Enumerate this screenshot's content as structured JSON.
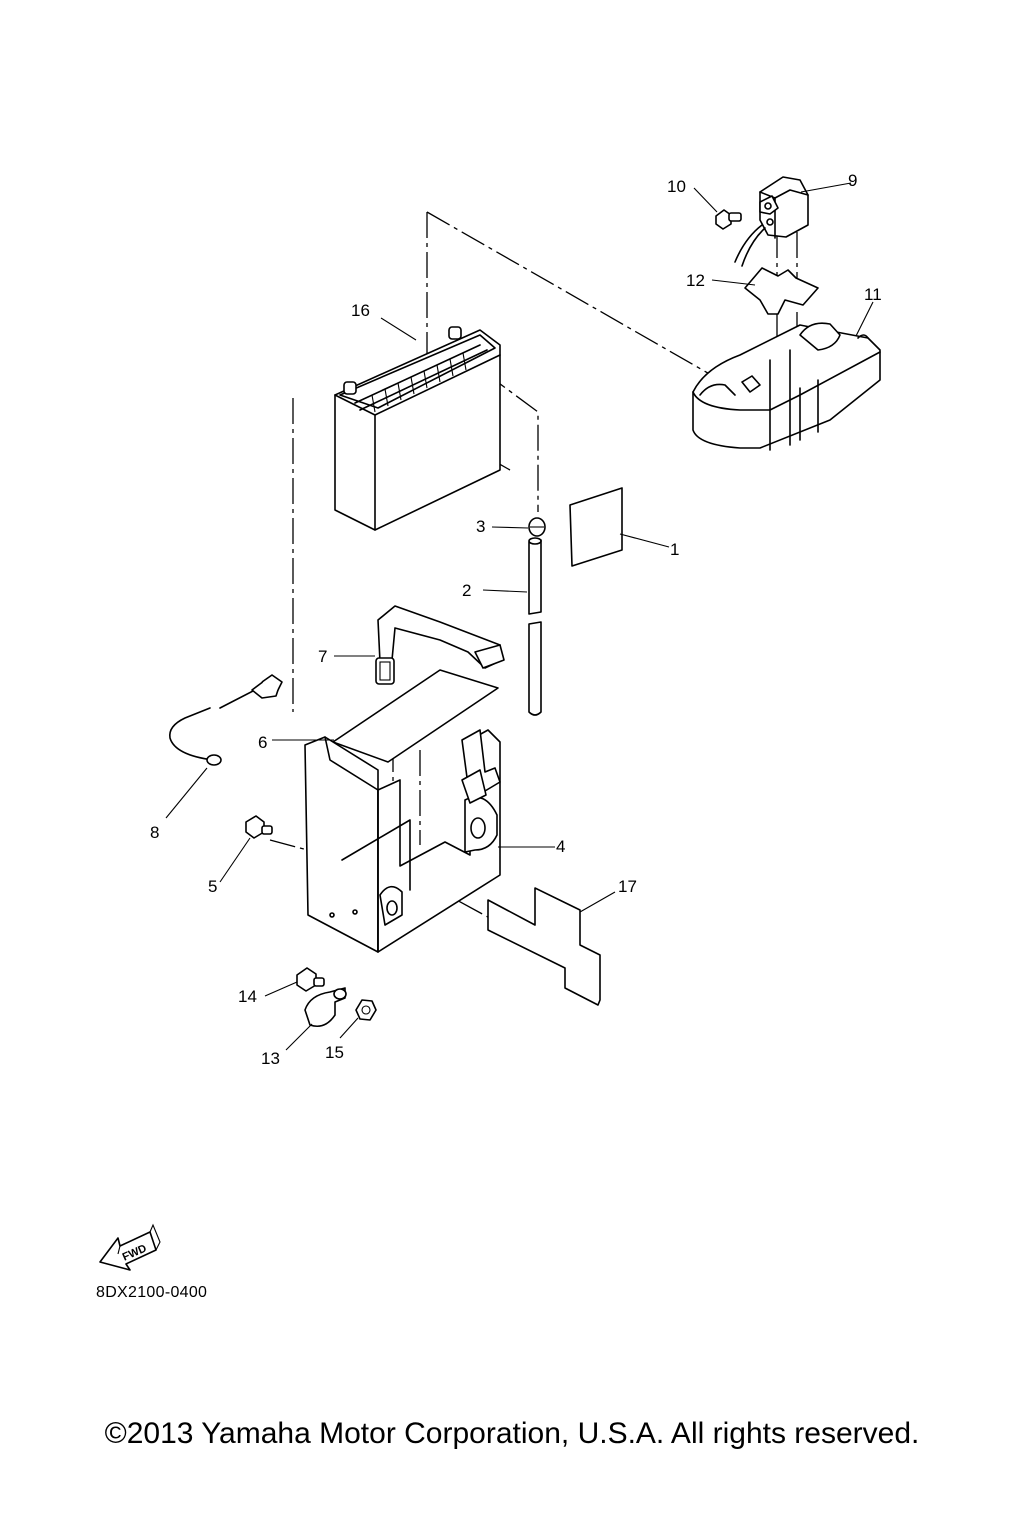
{
  "diagram_code": "8DX2100-0400",
  "copyright": "©2013 Yamaha Motor Corporation, U.S.A. All rights reserved.",
  "fwd_label": "FWD",
  "callouts": [
    "1",
    "2",
    "3",
    "4",
    "5",
    "6",
    "7",
    "8",
    "9",
    "10",
    "11",
    "12",
    "13",
    "14",
    "15",
    "16",
    "17"
  ]
}
